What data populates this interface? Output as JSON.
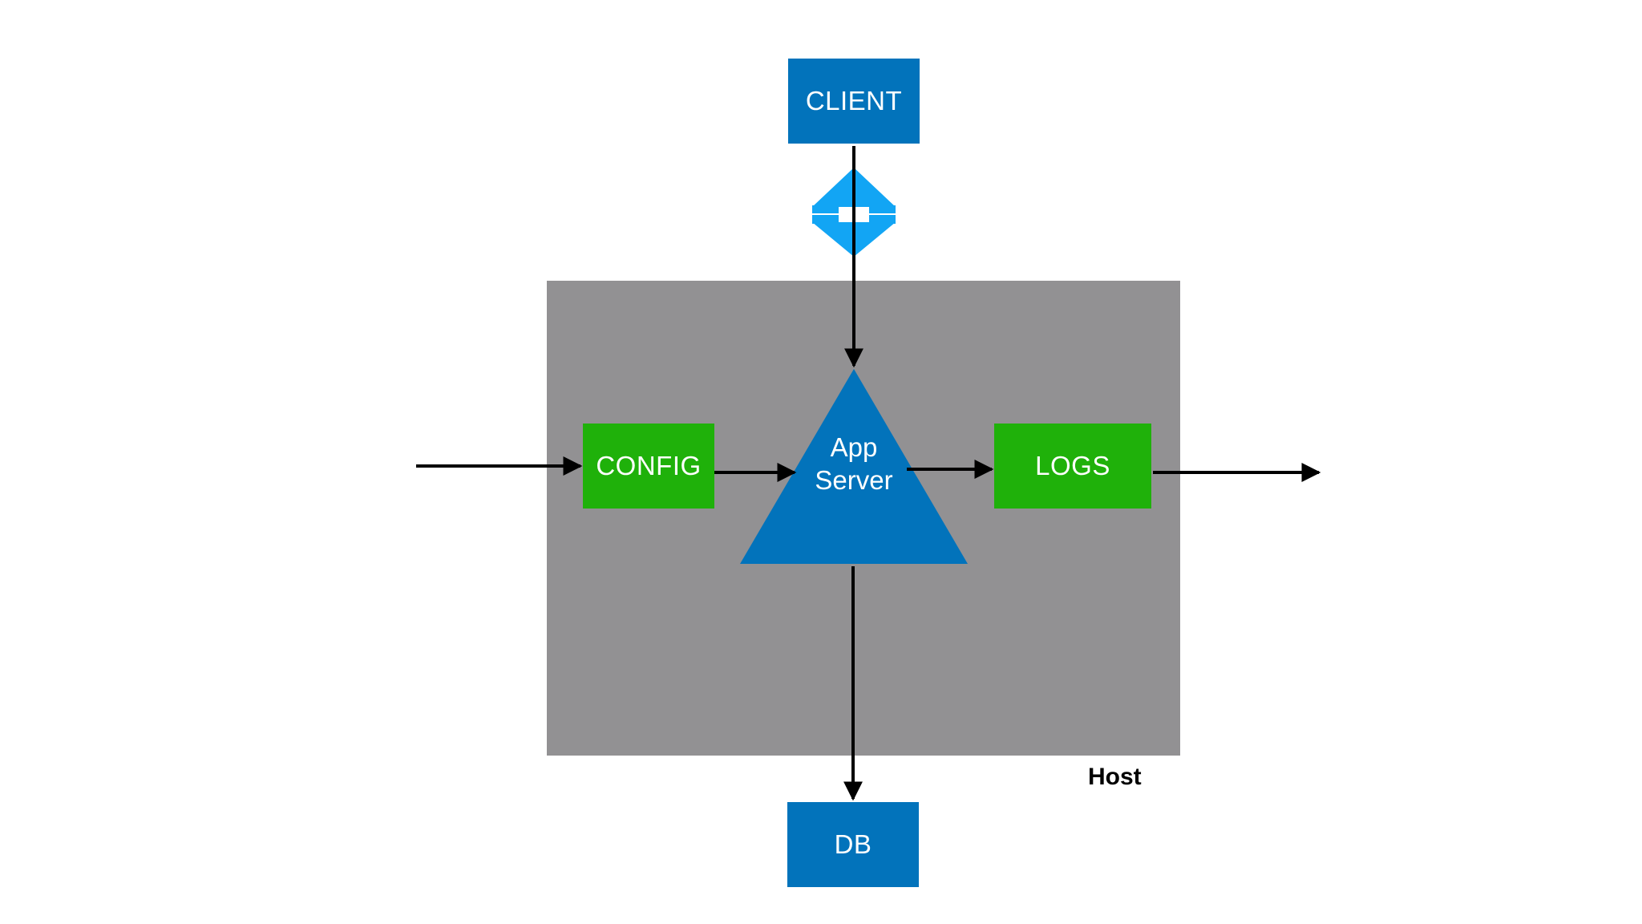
{
  "nodes": {
    "client": "CLIENT",
    "config": "CONFIG",
    "app_server": [
      "App",
      "Server"
    ],
    "logs": "LOGS",
    "db": "DB",
    "host": "Host"
  },
  "colors": {
    "host_fill": "#929193",
    "service_blue": "#0273bb",
    "config_green": "#1fb10a",
    "firewall_cyan": "#12a5f4",
    "arrow": "#000000"
  },
  "icons": {
    "firewall": "bidirectional-firewall-icon"
  }
}
